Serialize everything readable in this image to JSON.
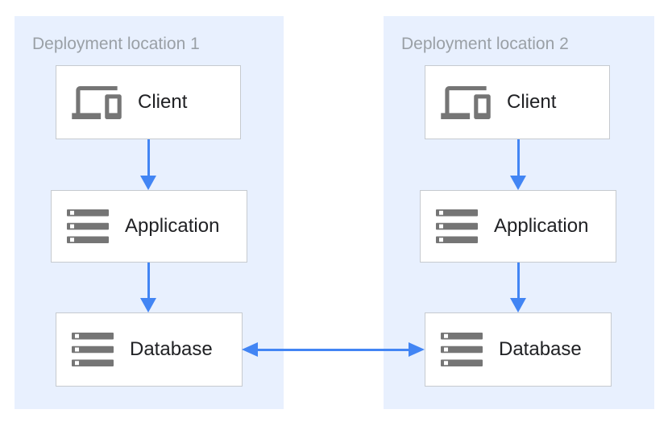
{
  "diagram": {
    "kind": "deployment-architecture-diagram",
    "panels": [
      {
        "title": "Deployment location 1",
        "nodes": [
          {
            "label": "Client",
            "icon": "devices-icon"
          },
          {
            "label": "Application",
            "icon": "server-stack-icon"
          },
          {
            "label": "Database",
            "icon": "server-stack-icon"
          }
        ]
      },
      {
        "title": "Deployment location 2",
        "nodes": [
          {
            "label": "Client",
            "icon": "devices-icon"
          },
          {
            "label": "Application",
            "icon": "server-stack-icon"
          },
          {
            "label": "Database",
            "icon": "server-stack-icon"
          }
        ]
      }
    ],
    "connections": [
      {
        "from": "location1.client",
        "to": "location1.application",
        "direction": "down"
      },
      {
        "from": "location1.application",
        "to": "location1.database",
        "direction": "down"
      },
      {
        "from": "location2.client",
        "to": "location2.application",
        "direction": "down"
      },
      {
        "from": "location2.application",
        "to": "location2.database",
        "direction": "down"
      },
      {
        "from": "location1.database",
        "to": "location2.database",
        "direction": "bidirectional"
      }
    ],
    "colors": {
      "panel_background": "#e8f0fe",
      "node_background": "#ffffff",
      "node_border": "#c6cacf",
      "icon": "#757575",
      "label_text": "#202124",
      "title_text": "#9aa0a6",
      "arrow": "#4285f4"
    }
  }
}
